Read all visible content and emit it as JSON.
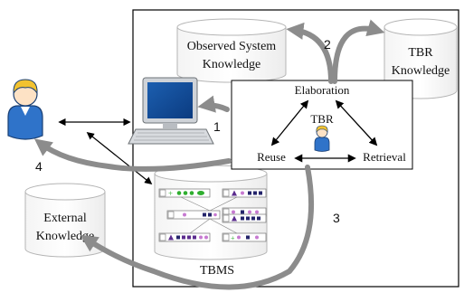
{
  "diagram": {
    "observed_system_knowledge": "Observed System Knowledge",
    "tbr_knowledge": "TBR Knowledge",
    "external_knowledge": "External Knowledge",
    "tbms": "TBMS",
    "tbr_box": {
      "elaboration": "Elaboration",
      "tbr": "TBR",
      "reuse": "Reuse",
      "retrieval": "Retrieval"
    },
    "step_labels": [
      "1",
      "2",
      "3",
      "4"
    ],
    "colors": {
      "big_arrow": "#8c8c8c",
      "cylinder_fill": "#ffffff",
      "cylinder_stroke": "#b5b5b5",
      "box_stroke": "#000000",
      "user_blue": "#2f73c9",
      "user_hair": "#f2c230"
    }
  }
}
